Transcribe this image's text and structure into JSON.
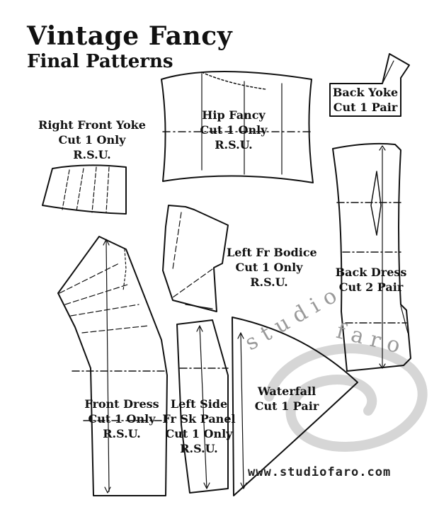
{
  "title": {
    "line1": "Vintage Fancy",
    "line2": "Final Patterns"
  },
  "pieces": {
    "right_front_yoke": [
      "Right Front Yoke",
      "Cut 1 Only",
      "R.S.U."
    ],
    "hip_fancy": [
      "Hip Fancy",
      "Cut 1 Only",
      "R.S.U."
    ],
    "back_yoke": [
      "Back Yoke",
      "Cut 1 Pair"
    ],
    "left_fr_bodice": [
      "Left Fr Bodice",
      "Cut 1 Only",
      "R.S.U."
    ],
    "back_dress": [
      "Back Dress",
      "Cut 2 Pair"
    ],
    "front_dress": [
      "Front Dress",
      "Cut 1 Only",
      "R.S.U."
    ],
    "left_side_fr_sk_panel": [
      "Left Side",
      "Fr Sk Panel",
      "Cut 1 Only",
      "R.S.U."
    ],
    "waterfall": [
      "Waterfall",
      "Cut 1 Pair"
    ]
  },
  "watermark": {
    "part1": "studio",
    "part2": "faro"
  },
  "website": "www.studiofaro.com"
}
